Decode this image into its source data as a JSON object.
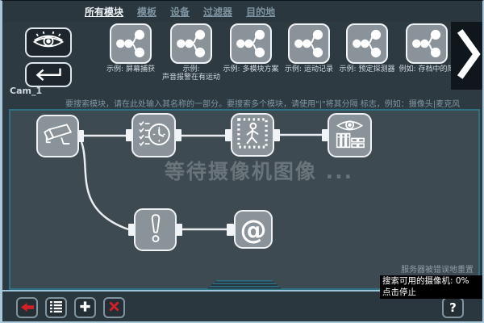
{
  "menu": {
    "items": [
      {
        "label": "所有模块",
        "active": true
      },
      {
        "label": "模板",
        "active": false
      },
      {
        "label": "设备",
        "active": false
      },
      {
        "label": "过滤器",
        "active": false
      },
      {
        "label": "目的地",
        "active": false
      }
    ]
  },
  "toolbar": {
    "modules": [
      {
        "label": "示例: 屏幕捕获",
        "icon": "flow-diagram-icon"
      },
      {
        "label": "示例:",
        "label2": "声音报警在有运动",
        "icon": "flow-diagram-icon"
      },
      {
        "label": "示例: 多模块方案",
        "icon": "flow-diagram-icon"
      },
      {
        "label": "示例: 运动记录",
        "icon": "flow-diagram-icon"
      },
      {
        "label": "示例: 预定探测器",
        "icon": "flow-diagram-icon"
      },
      {
        "label": "例如: 存档中的简",
        "icon": "flow-diagram-icon"
      }
    ],
    "more_arrow": "❯"
  },
  "canvas": {
    "tab": "Cam_1",
    "hint": "要搜索模块，请在此处输入其名称的一部分。要搜索多个模块，请使用\"|\"将其分隔 标志，例如：摄像头|麦克风",
    "watermark": "等待摄像机图像 ...",
    "server_note": "服务器被错误地重置",
    "nodes": [
      {
        "icon": "cctv-camera-icon"
      },
      {
        "icon": "schedule-clock-icon"
      },
      {
        "icon": "motion-detector-icon"
      },
      {
        "icon": "archive-viewer-icon"
      },
      {
        "icon": "warning-icon"
      },
      {
        "icon": "email-icon",
        "glyph": "@"
      }
    ]
  },
  "tooltip": {
    "line1": "搜索可用的摄像机: 0%",
    "line2": "点击停止"
  },
  "bottombar": {
    "help_label": "?"
  },
  "colors": {
    "accent_teal": "#2d7186",
    "red": "#d41f26",
    "node_gray": "#8a929a",
    "bar_bg": "#2b373e",
    "canvas_bg": "#3e4a52"
  }
}
